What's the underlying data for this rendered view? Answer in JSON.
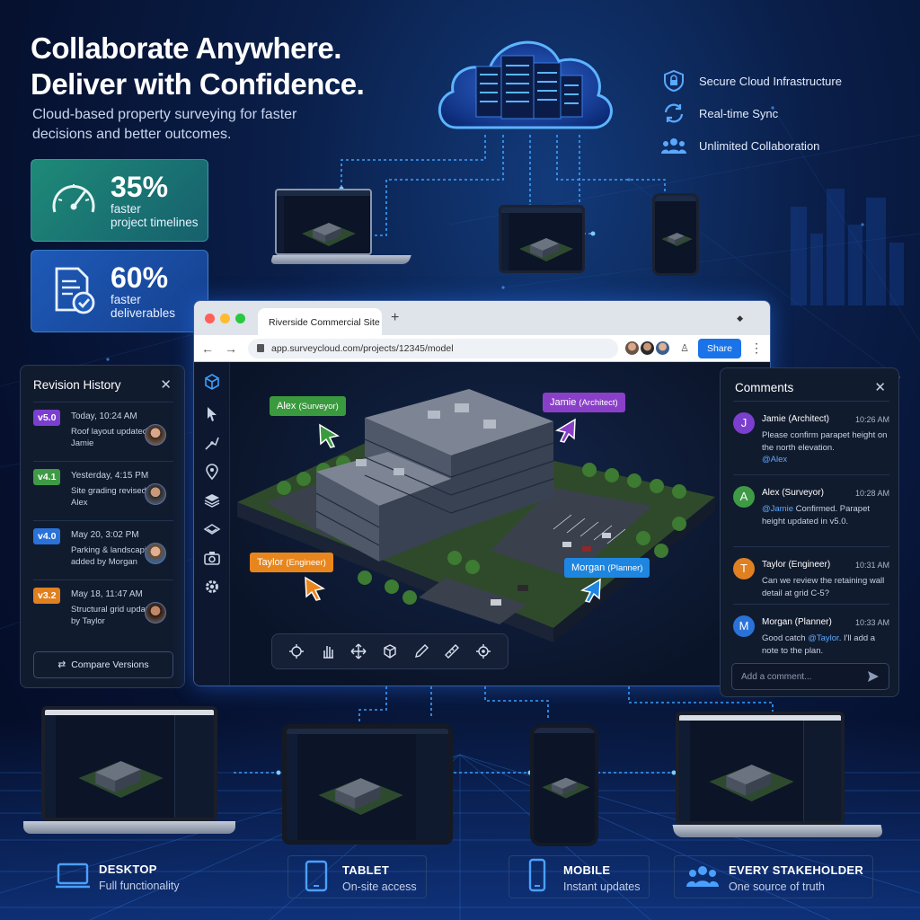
{
  "hero": {
    "title_line1": "Collaborate Anywhere.",
    "title_line2": "Deliver with Confidence.",
    "subtitle": "Cloud-based property surveying for faster decisions and better outcomes."
  },
  "stats": [
    {
      "value": "35%",
      "label_line1": "faster",
      "label_line2": "project timelines",
      "icon": "speedometer-icon"
    },
    {
      "value": "60%",
      "label_line1": "faster",
      "label_line2": "deliverables",
      "icon": "document-check-icon"
    }
  ],
  "features": [
    {
      "label": "Secure Cloud Infrastructure",
      "icon": "lock-shield-icon"
    },
    {
      "label": "Real-time Sync",
      "icon": "sync-icon"
    },
    {
      "label": "Unlimited Collaboration",
      "icon": "team-icon"
    }
  ],
  "browser": {
    "tab_title": "Riverside Commercial Site",
    "url": "app.surveycloud.com/projects/12345/model",
    "share_label": "Share",
    "new_tab": "+"
  },
  "cursors": [
    {
      "name": "Alex",
      "role": "(Surveyor)",
      "color": "#3a9a3e"
    },
    {
      "name": "Jamie",
      "role": "(Architect)",
      "color": "#8a3fc8"
    },
    {
      "name": "Taylor",
      "role": "(Engineer)",
      "color": "#e8861e"
    },
    {
      "name": "Morgan",
      "role": "(Planner)",
      "color": "#1e86e0"
    }
  ],
  "revision_history": {
    "title": "Revision History",
    "items": [
      {
        "version": "v5.0",
        "color": "#7b3fd0",
        "time": "Today, 10:24 AM",
        "desc": "Roof layout updated by Jamie"
      },
      {
        "version": "v4.1",
        "color": "#3f9a45",
        "time": "Yesterday, 4:15 PM",
        "desc": "Site grading revised by Alex"
      },
      {
        "version": "v4.0",
        "color": "#2a72d8",
        "time": "May 20, 3:02 PM",
        "desc": "Parking & landscaping added by Morgan"
      },
      {
        "version": "v3.2",
        "color": "#e08020",
        "time": "May 18, 11:47 AM",
        "desc": "Structural grid updated by Taylor"
      }
    ],
    "compare_label": "Compare Versions"
  },
  "comments": {
    "title": "Comments",
    "items": [
      {
        "initial": "J",
        "color": "#7b3fd0",
        "name": "Jamie (Architect)",
        "time": "10:26 AM",
        "text": "Please confirm parapet height on the north elevation.",
        "mention": "@Alex",
        "mention_first": false
      },
      {
        "initial": "A",
        "color": "#3f9a45",
        "name": "Alex (Surveyor)",
        "time": "10:28 AM",
        "text": " Confirmed. Parapet height updated in v5.0.",
        "mention": "@Jamie",
        "mention_first": true
      },
      {
        "initial": "T",
        "color": "#e08020",
        "name": "Taylor (Engineer)",
        "time": "10:31 AM",
        "text": "Can we review the retaining wall detail at grid C-5?",
        "mention": "",
        "mention_first": false
      },
      {
        "initial": "M",
        "color": "#2a72d8",
        "name": "Morgan (Planner)",
        "time": "10:33 AM",
        "text": "Good catch ",
        "mention": "@Taylor",
        "text_after": ". I'll add a note to the plan.",
        "mention_first": false
      }
    ],
    "input_placeholder": "Add a comment..."
  },
  "bottom": [
    {
      "title": "DESKTOP",
      "subtitle": "Full functionality",
      "icon": "monitor-icon"
    },
    {
      "title": "TABLET",
      "subtitle": "On-site access",
      "icon": "tablet-icon"
    },
    {
      "title": "MOBILE",
      "subtitle": "Instant updates",
      "icon": "phone-icon"
    },
    {
      "title": "EVERY STAKEHOLDER",
      "subtitle": "One source of truth",
      "icon": "team-icon"
    }
  ]
}
